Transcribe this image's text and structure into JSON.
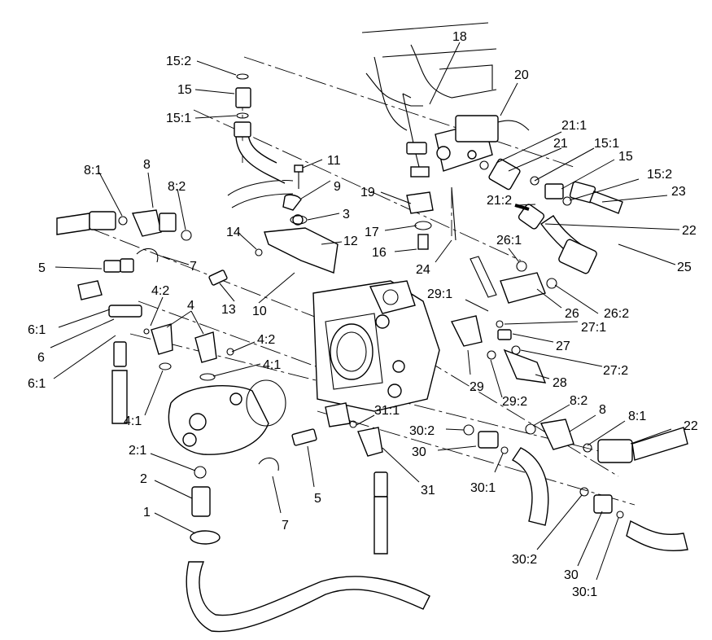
{
  "callouts": {
    "c18": "18",
    "c20": "20",
    "c15_2_top": "15:2",
    "c15_top": "15",
    "c15_1_top": "15:1",
    "c21_1": "21:1",
    "c21": "21",
    "c15_1_right": "15:1",
    "c15_right": "15",
    "c15_2_right": "15:2",
    "c23": "23",
    "c11": "11",
    "c8_1_left": "8:1",
    "c8_left": "8",
    "c8_2_left": "8:2",
    "c9": "9",
    "c19": "19",
    "c3": "3",
    "c21_2": "21:2",
    "c22_top": "22",
    "c17": "17",
    "c14": "14",
    "c12": "12",
    "c26_1": "26:1",
    "c25": "25",
    "c16": "16",
    "c5_left": "5",
    "c7_left": "7",
    "c24": "24",
    "c4_2_left": "4:2",
    "c13": "13",
    "c10": "10",
    "c29_1": "29:1",
    "c26": "26",
    "c26_2": "26:2",
    "c4_top": "4",
    "c27_1": "27:1",
    "c6_1_upper": "6:1",
    "c27": "27",
    "c4_2_mid": "4:2",
    "c6": "6",
    "c27_2": "27:2",
    "c4_1_mid": "4:1",
    "c6_1_lower": "6:1",
    "c29": "29",
    "c28": "28",
    "c29_2": "29:2",
    "c4_1_left": "4:1",
    "c31_1": "31:1",
    "c8_2_right": "8:2",
    "c8_right": "8",
    "c8_1_right": "8:1",
    "c22_right": "22",
    "c30_2_upper": "30:2",
    "c2_1": "2:1",
    "c30_upper": "30",
    "c30_1_upper": "30:1",
    "c2": "2",
    "c5_bottom": "5",
    "c31": "31",
    "c7_bottom": "7",
    "c1": "1",
    "c30_2_lower": "30:2",
    "c30_lower": "30",
    "c30_1_lower": "30:1"
  }
}
